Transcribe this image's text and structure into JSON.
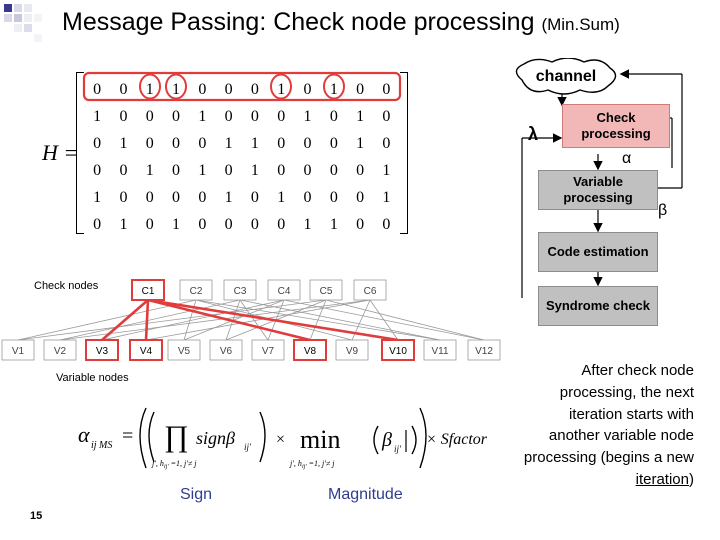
{
  "title": {
    "main": "Message Passing: Check node processing ",
    "small": "(Min.Sum)"
  },
  "matrix": {
    "label": "H =",
    "rows": [
      [
        "0",
        "0",
        "1",
        "1",
        "0",
        "0",
        "0",
        "1",
        "0",
        "1",
        "0",
        "0"
      ],
      [
        "1",
        "0",
        "0",
        "0",
        "1",
        "0",
        "0",
        "0",
        "1",
        "0",
        "1",
        "0"
      ],
      [
        "0",
        "1",
        "0",
        "0",
        "0",
        "1",
        "1",
        "0",
        "0",
        "0",
        "1",
        "0"
      ],
      [
        "0",
        "0",
        "1",
        "0",
        "1",
        "0",
        "1",
        "0",
        "0",
        "0",
        "0",
        "1"
      ],
      [
        "1",
        "0",
        "0",
        "0",
        "0",
        "1",
        "0",
        "1",
        "0",
        "0",
        "0",
        "1"
      ],
      [
        "0",
        "1",
        "0",
        "1",
        "0",
        "0",
        "0",
        "0",
        "1",
        "1",
        "0",
        "0"
      ]
    ],
    "highlight_color": "#e03c3c"
  },
  "tanner": {
    "check_nodes_label": "Check nodes",
    "variable_nodes_label": "Variable nodes",
    "check_nodes": [
      "C1",
      "C2",
      "C3",
      "C4",
      "C5",
      "C6"
    ],
    "variable_nodes": [
      "V1",
      "V2",
      "V3",
      "V4",
      "V5",
      "V6",
      "V7",
      "V8",
      "V9",
      "V10",
      "V11",
      "V12"
    ]
  },
  "formula": {
    "alpha_sub": "ij MS",
    "min": "min",
    "sign_term": "signβ",
    "sign_sub": "ij'",
    "prod_sub": "j', h",
    "prod_sub2": "ij'",
    "prod_sub3": " =1, j'≠ j",
    "min_sub": "j', h",
    "min_sub2": "ij'",
    "min_sub3": " =1, j'≠ j",
    "beta_sub": "ij'",
    "times": "×",
    "sfactor": "× Sfactor",
    "sign_label": "Sign",
    "magnitude_label": "Magnitude"
  },
  "flow": {
    "channel": "channel",
    "check_processing": "Check processing",
    "variable_processing": "Variable processing",
    "code_estimation": "Code estimation",
    "syndrome_check": "Syndrome check",
    "lambda": "λ",
    "alpha": "α",
    "beta": "β"
  },
  "side_text": {
    "before": "After check node processing, the next iteration starts with another variable node processing (begins a new ",
    "underlined": "iteration",
    "after": ")"
  },
  "page_number": "15",
  "colors": {
    "accent_red": "#e03c3c",
    "label_blue": "#2f3d8f",
    "underline_blue": "#3b4ba8",
    "flow_gray": "#c0c0c0",
    "check_pink": "#f2b8b8"
  }
}
